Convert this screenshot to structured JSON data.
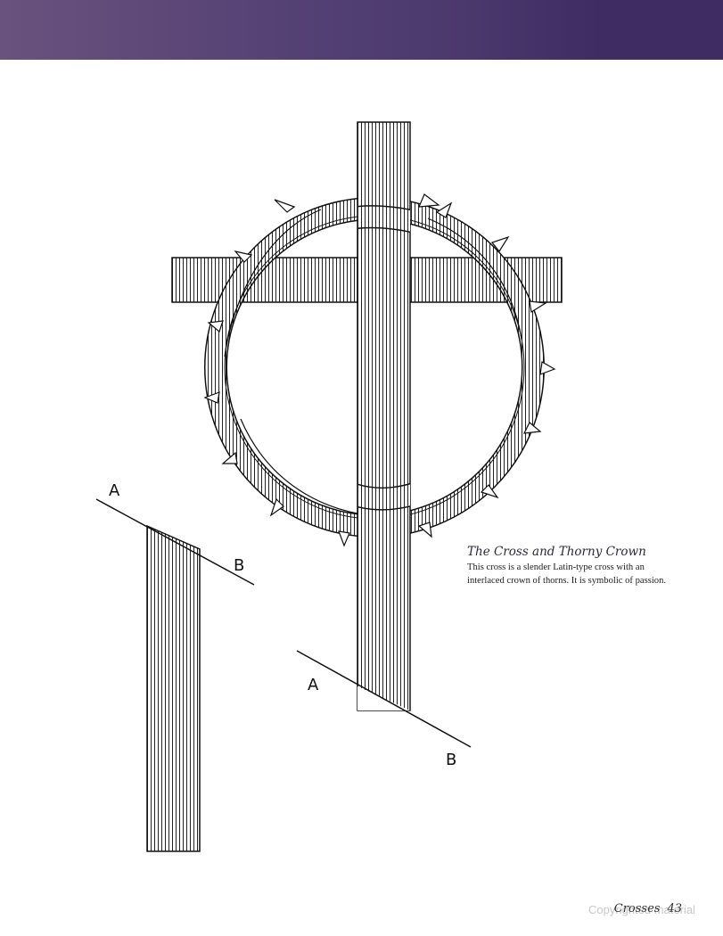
{
  "header": {
    "colors": [
      "#6a527e",
      "#5d4878",
      "#523f73",
      "#4b386d",
      "#3e2c62"
    ]
  },
  "caption": {
    "title": "The Cross and Thorny Crown",
    "body": "This cross is a slender Latin-type cross with an interlaced crown of thorns. It is symbolic of passion."
  },
  "diagram": {
    "labels": {
      "a_left": "A",
      "b_left": "B",
      "a_right": "A",
      "b_right": "B"
    }
  },
  "footer": {
    "section": "Crosses",
    "page": "43"
  },
  "watermark": "Copyrighted material"
}
